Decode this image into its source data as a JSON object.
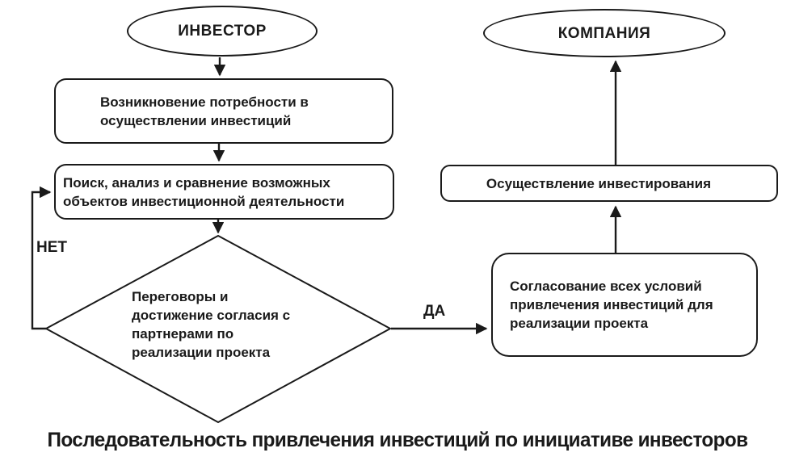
{
  "diagram": {
    "type": "flowchart",
    "caption": "Последовательность привлечения инвестиций по инициативе инвесторов",
    "nodes": {
      "investor": {
        "shape": "ellipse",
        "label": "ИНВЕСТОР"
      },
      "need": {
        "shape": "rounded-rect",
        "label": "Возникновение потребности в осуществлении инвестиций"
      },
      "search": {
        "shape": "rounded-rect",
        "label": "Поиск, анализ и сравнение возможных объектов инвестиционной деятельности"
      },
      "negotiate": {
        "shape": "diamond",
        "label": "Переговоры и достижение согласия с партнерами по реализации проекта"
      },
      "agree": {
        "shape": "rounded-rect",
        "label": "Согласование всех условий привлечения инвестиций для реализации проекта"
      },
      "invest": {
        "shape": "rounded-rect",
        "label": "Осуществление инвестирования"
      },
      "company": {
        "shape": "ellipse",
        "label": "КОМПАНИЯ"
      }
    },
    "edge_labels": {
      "no": "НЕТ",
      "yes": "ДА"
    },
    "edges": [
      {
        "from": "investor",
        "to": "need"
      },
      {
        "from": "need",
        "to": "search"
      },
      {
        "from": "search",
        "to": "negotiate"
      },
      {
        "from": "negotiate",
        "to": "search",
        "label": "НЕТ"
      },
      {
        "from": "negotiate",
        "to": "agree",
        "label": "ДА"
      },
      {
        "from": "agree",
        "to": "invest"
      },
      {
        "from": "invest",
        "to": "company"
      }
    ],
    "colors": {
      "stroke": "#1a1a1a",
      "text": "#1a1a1a",
      "shape_fill": "#ffffff",
      "background": "#ffffff"
    }
  }
}
